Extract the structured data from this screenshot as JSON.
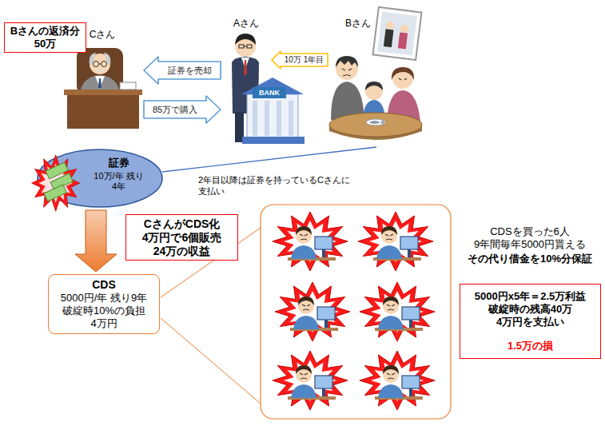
{
  "diagram": {
    "nodes": [
      {
        "text": [
          "Bさんの返済分 50万"
        ]
      },
      {
        "text": [
          "Cさん"
        ]
      },
      {
        "text": [
          "Aさん"
        ]
      },
      {
        "text": [
          "Bさん"
        ]
      },
      {
        "text": [
          "証券",
          "10万/年 残り 4年"
        ]
      },
      {
        "text": [
          "CさんがCDS化 4万円で6個販売 24万の収益"
        ]
      },
      {
        "text": [
          "CDS",
          "5000円/年 残り9年 破綻時10%の負担 4万円"
        ]
      },
      {
        "text": [
          "5000円x5年＝2.5万利益 破綻時の残高40万 4万円を支払い",
          "1.5万の損"
        ]
      }
    ],
    "edges": [
      {
        "from": 2,
        "to": 1,
        "label": "証券を売却",
        "arrow": "to"
      },
      {
        "from": 1,
        "to": 2,
        "label": "85万で購入",
        "arrow": "to"
      },
      {
        "from": 3,
        "to": 2,
        "label": "10万 1年目",
        "arrow": "to"
      },
      {
        "from": 3,
        "to": 4,
        "label": "2年目以降は証券を持っているCさんに 支払い",
        "arrow": "none"
      },
      {
        "from": 4,
        "to": 6,
        "arrow": "to"
      }
    ],
    "labels": [
      "BANK",
      "CDSを買った6人 9年間毎年5000円貰える",
      "その代り借金を10%分保証"
    ]
  }
}
